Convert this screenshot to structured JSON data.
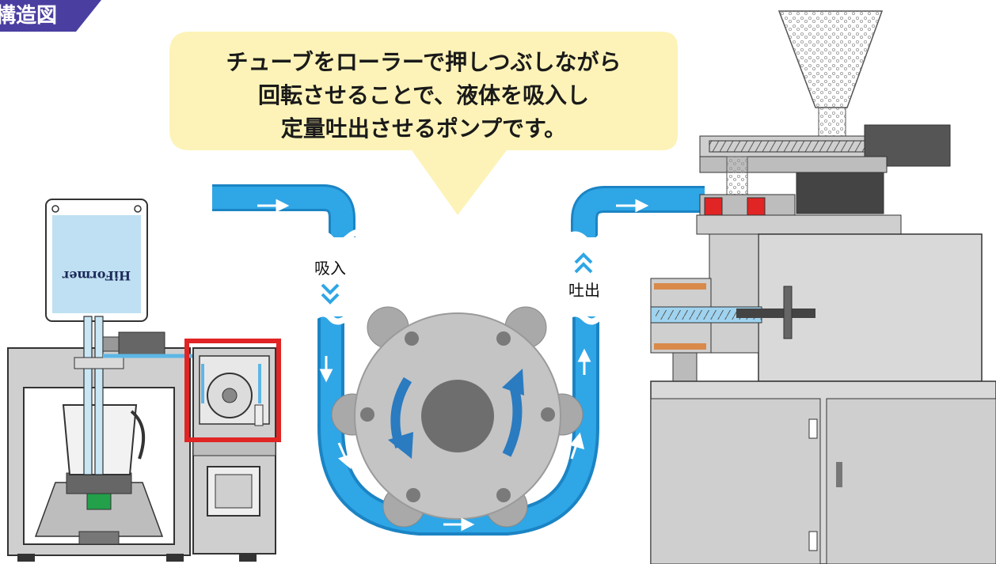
{
  "badge": {
    "label": "構造図",
    "color": "#4a3fa0"
  },
  "callout": {
    "line1": "チューブをローラーで押しつぶしながら",
    "line2": "回転させることで、液体を吸入し",
    "line3": "定量吐出させるポンプです。",
    "fill": "#fdf3b8"
  },
  "labels": {
    "suction": "吸入",
    "discharge": "吐出"
  },
  "bag": {
    "brand": "HiFormer"
  },
  "colors": {
    "tube": "#2fa6e6",
    "tube_outline": "#1b84c4",
    "highlight": "#e12424",
    "arrow": "#2a7bc0",
    "machine": "#d9d9d9"
  }
}
